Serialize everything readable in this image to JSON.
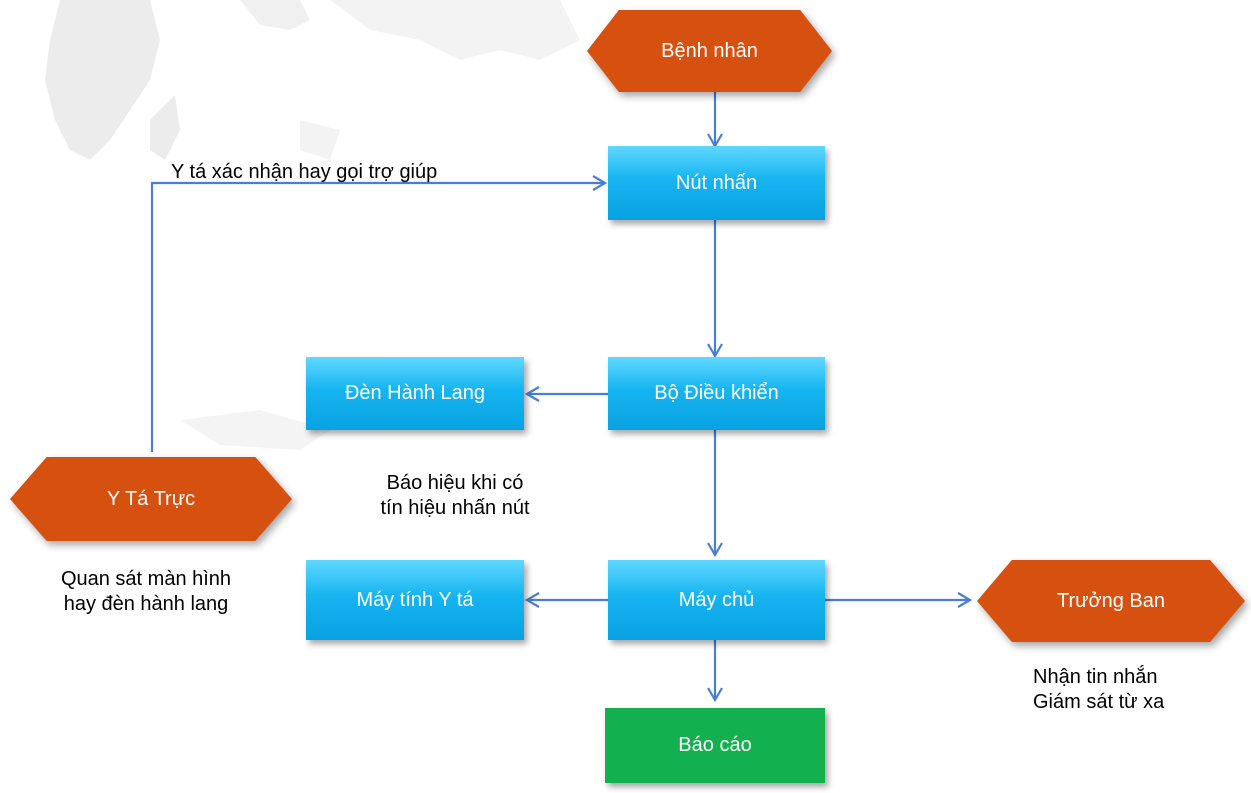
{
  "nodes": {
    "benh_nhan": "Bệnh nhân",
    "nut_nhan": "Nút nhấn",
    "bo_dieu_khien": "Bộ Điều khiển",
    "den_hanh_lang": "Đèn Hành Lang",
    "may_chu": "Máy chủ",
    "may_tinh_y_ta": "Máy tính Y tá",
    "bao_cao": "Báo cáo",
    "y_ta_truc": "Y Tá Trực",
    "truong_ban": "Trưởng Ban"
  },
  "annotations": {
    "feedback": "Y tá xác nhận hay  gọi trợ giúp",
    "signal_line1": "Báo hiệu khi có",
    "signal_line2": "tín hiệu nhấn nút",
    "observe_line1": "Quan sát màn hình",
    "observe_line2": "hay đèn hành lang",
    "receive_line1": "Nhận tin nhắn",
    "receive_line2": "Giám sát từ xa"
  },
  "colors": {
    "hexagon": "#d6510f",
    "process_box": "#16b4f0",
    "report_box": "#13b04f",
    "arrow": "#4a7ed6"
  }
}
